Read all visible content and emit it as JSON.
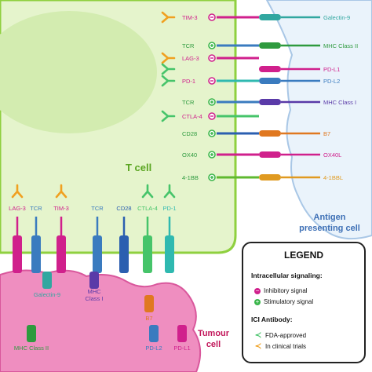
{
  "colors": {
    "tcell": "#e5f4cc",
    "tcell_border": "#8fd03f",
    "nucleus": "#d3ecb0",
    "apc": "#eaf3fb",
    "apc_border": "#a9c7e6",
    "tumour": "#ef8ec0",
    "tumour_border": "#d9579c",
    "inhibitory": "#d0208c",
    "stimulatory": "#39b54a",
    "fda": "#46c46a",
    "trial": "#f0a020"
  },
  "labels": {
    "t_cell": "T cell",
    "apc": "Antigen\npresenting cell",
    "apc_line1": "Antigen",
    "apc_line2": "presenting cell",
    "tumour_line1": "Tumour",
    "tumour_line2": "cell"
  },
  "right_receptors": [
    {
      "tcell": "TIM-3",
      "sign": "minus",
      "ligand": "Galectin-9",
      "ab": "trial"
    },
    {
      "tcell": "TCR",
      "sign": "plus",
      "ligand": "MHC Class II",
      "ab": ""
    },
    {
      "tcell": "LAG-3",
      "sign": "minus",
      "ligand": "",
      "ab": "trial"
    },
    {
      "tcell": "",
      "sign": "",
      "ligand": "PD-L1",
      "ab": "fda"
    },
    {
      "tcell": "PD-1",
      "sign": "minus",
      "ligand": "PD-L2",
      "ab": "fda"
    },
    {
      "tcell": "TCR",
      "sign": "plus",
      "ligand": "MHC Class I",
      "ab": ""
    },
    {
      "tcell": "CTLA-4",
      "sign": "minus",
      "ligand": "",
      "ab": "fda"
    },
    {
      "tcell": "CD28",
      "sign": "plus",
      "ligand": "B7",
      "ab": ""
    },
    {
      "tcell": "OX40",
      "sign": "plus",
      "ligand": "OX40L",
      "ab": ""
    },
    {
      "tcell": "4-1BB",
      "sign": "plus",
      "ligand": "4-1BBL",
      "ab": ""
    }
  ],
  "bottom_receptors": [
    {
      "label": "LAG-3",
      "ab": "trial"
    },
    {
      "label": "TCR",
      "ab": ""
    },
    {
      "label": "TIM-3",
      "ab": "trial"
    },
    {
      "label": "TCR",
      "ab": ""
    },
    {
      "label": "CD28",
      "ab": ""
    },
    {
      "label": "CTLA-4",
      "ab": "fda"
    },
    {
      "label": "PD-1",
      "ab": "fda"
    }
  ],
  "bottom_ligands": [
    {
      "label": "Galectin-9"
    },
    {
      "label": "MHC Class II"
    },
    {
      "label": "MHC\nClass I",
      "line1": "MHC",
      "line2": "Class I"
    },
    {
      "label": "B7"
    },
    {
      "label": "PD-L2"
    },
    {
      "label": "PD-L1"
    }
  ],
  "legend": {
    "title": "LEGEND",
    "section1": "Intracellular signaling:",
    "inhibitory": "Inhibitory signal",
    "stimulatory": "Stimulatory signal",
    "section2": "ICI Antibody:",
    "fda": "FDA-approved",
    "trials": "In clinical trials"
  }
}
